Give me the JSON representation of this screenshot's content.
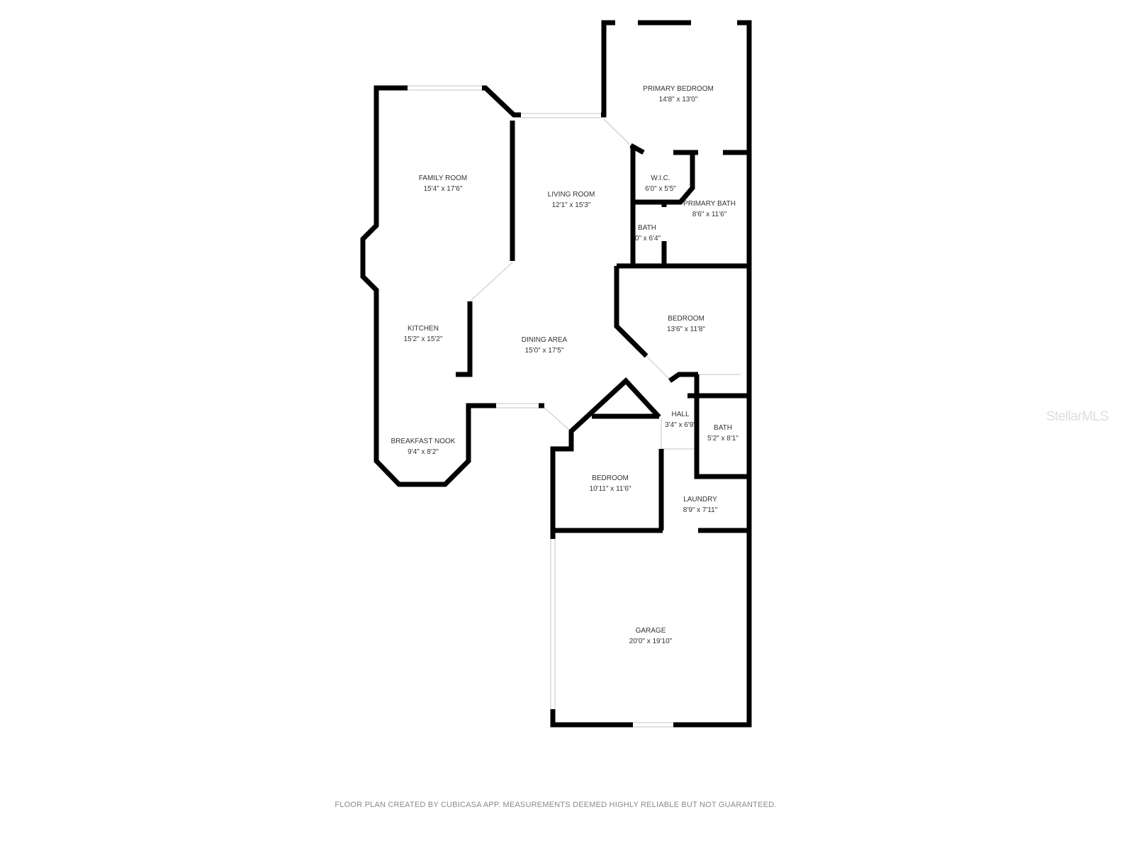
{
  "rooms": [
    {
      "name": "PRIMARY BEDROOM",
      "size": "14'8\" x 13'0\""
    },
    {
      "name": "W.I.C.",
      "size": "6'0\" x 5'5\""
    },
    {
      "name": "PRIMARY BATH",
      "size": "8'6\" x 11'6\""
    },
    {
      "name": "BATH",
      "size": "'0\" x 6'4\""
    },
    {
      "name": "FAMILY ROOM",
      "size": "15'4\" x 17'6\""
    },
    {
      "name": "LIVING ROOM",
      "size": "12'1\" x 15'3\""
    },
    {
      "name": "BEDROOM",
      "size": "13'6\" x 11'8\""
    },
    {
      "name": "KITCHEN",
      "size": "15'2\" x 15'2\""
    },
    {
      "name": "DINING AREA",
      "size": "15'0\" x 17'5\""
    },
    {
      "name": "HALL",
      "size": "3'4\" x 6'9\""
    },
    {
      "name": "BATH",
      "size": "5'2\" x 8'1\""
    },
    {
      "name": "BREAKFAST NOOK",
      "size": "9'4\" x 8'2\""
    },
    {
      "name": "BEDROOM",
      "size": "10'11\" x 11'6\""
    },
    {
      "name": "LAUNDRY",
      "size": "8'9\" x 7'11\""
    },
    {
      "name": "GARAGE",
      "size": "20'0\" x 19'10\""
    }
  ],
  "watermark": "StellarMLS",
  "footer": "FLOOR PLAN CREATED BY CUBICASA APP. MEASUREMENTS DEEMED HIGHLY RELIABLE BUT NOT GUARANTEED.",
  "colors": {
    "wall": "#000000",
    "window": "#bbbbbb",
    "text": "#333333"
  }
}
